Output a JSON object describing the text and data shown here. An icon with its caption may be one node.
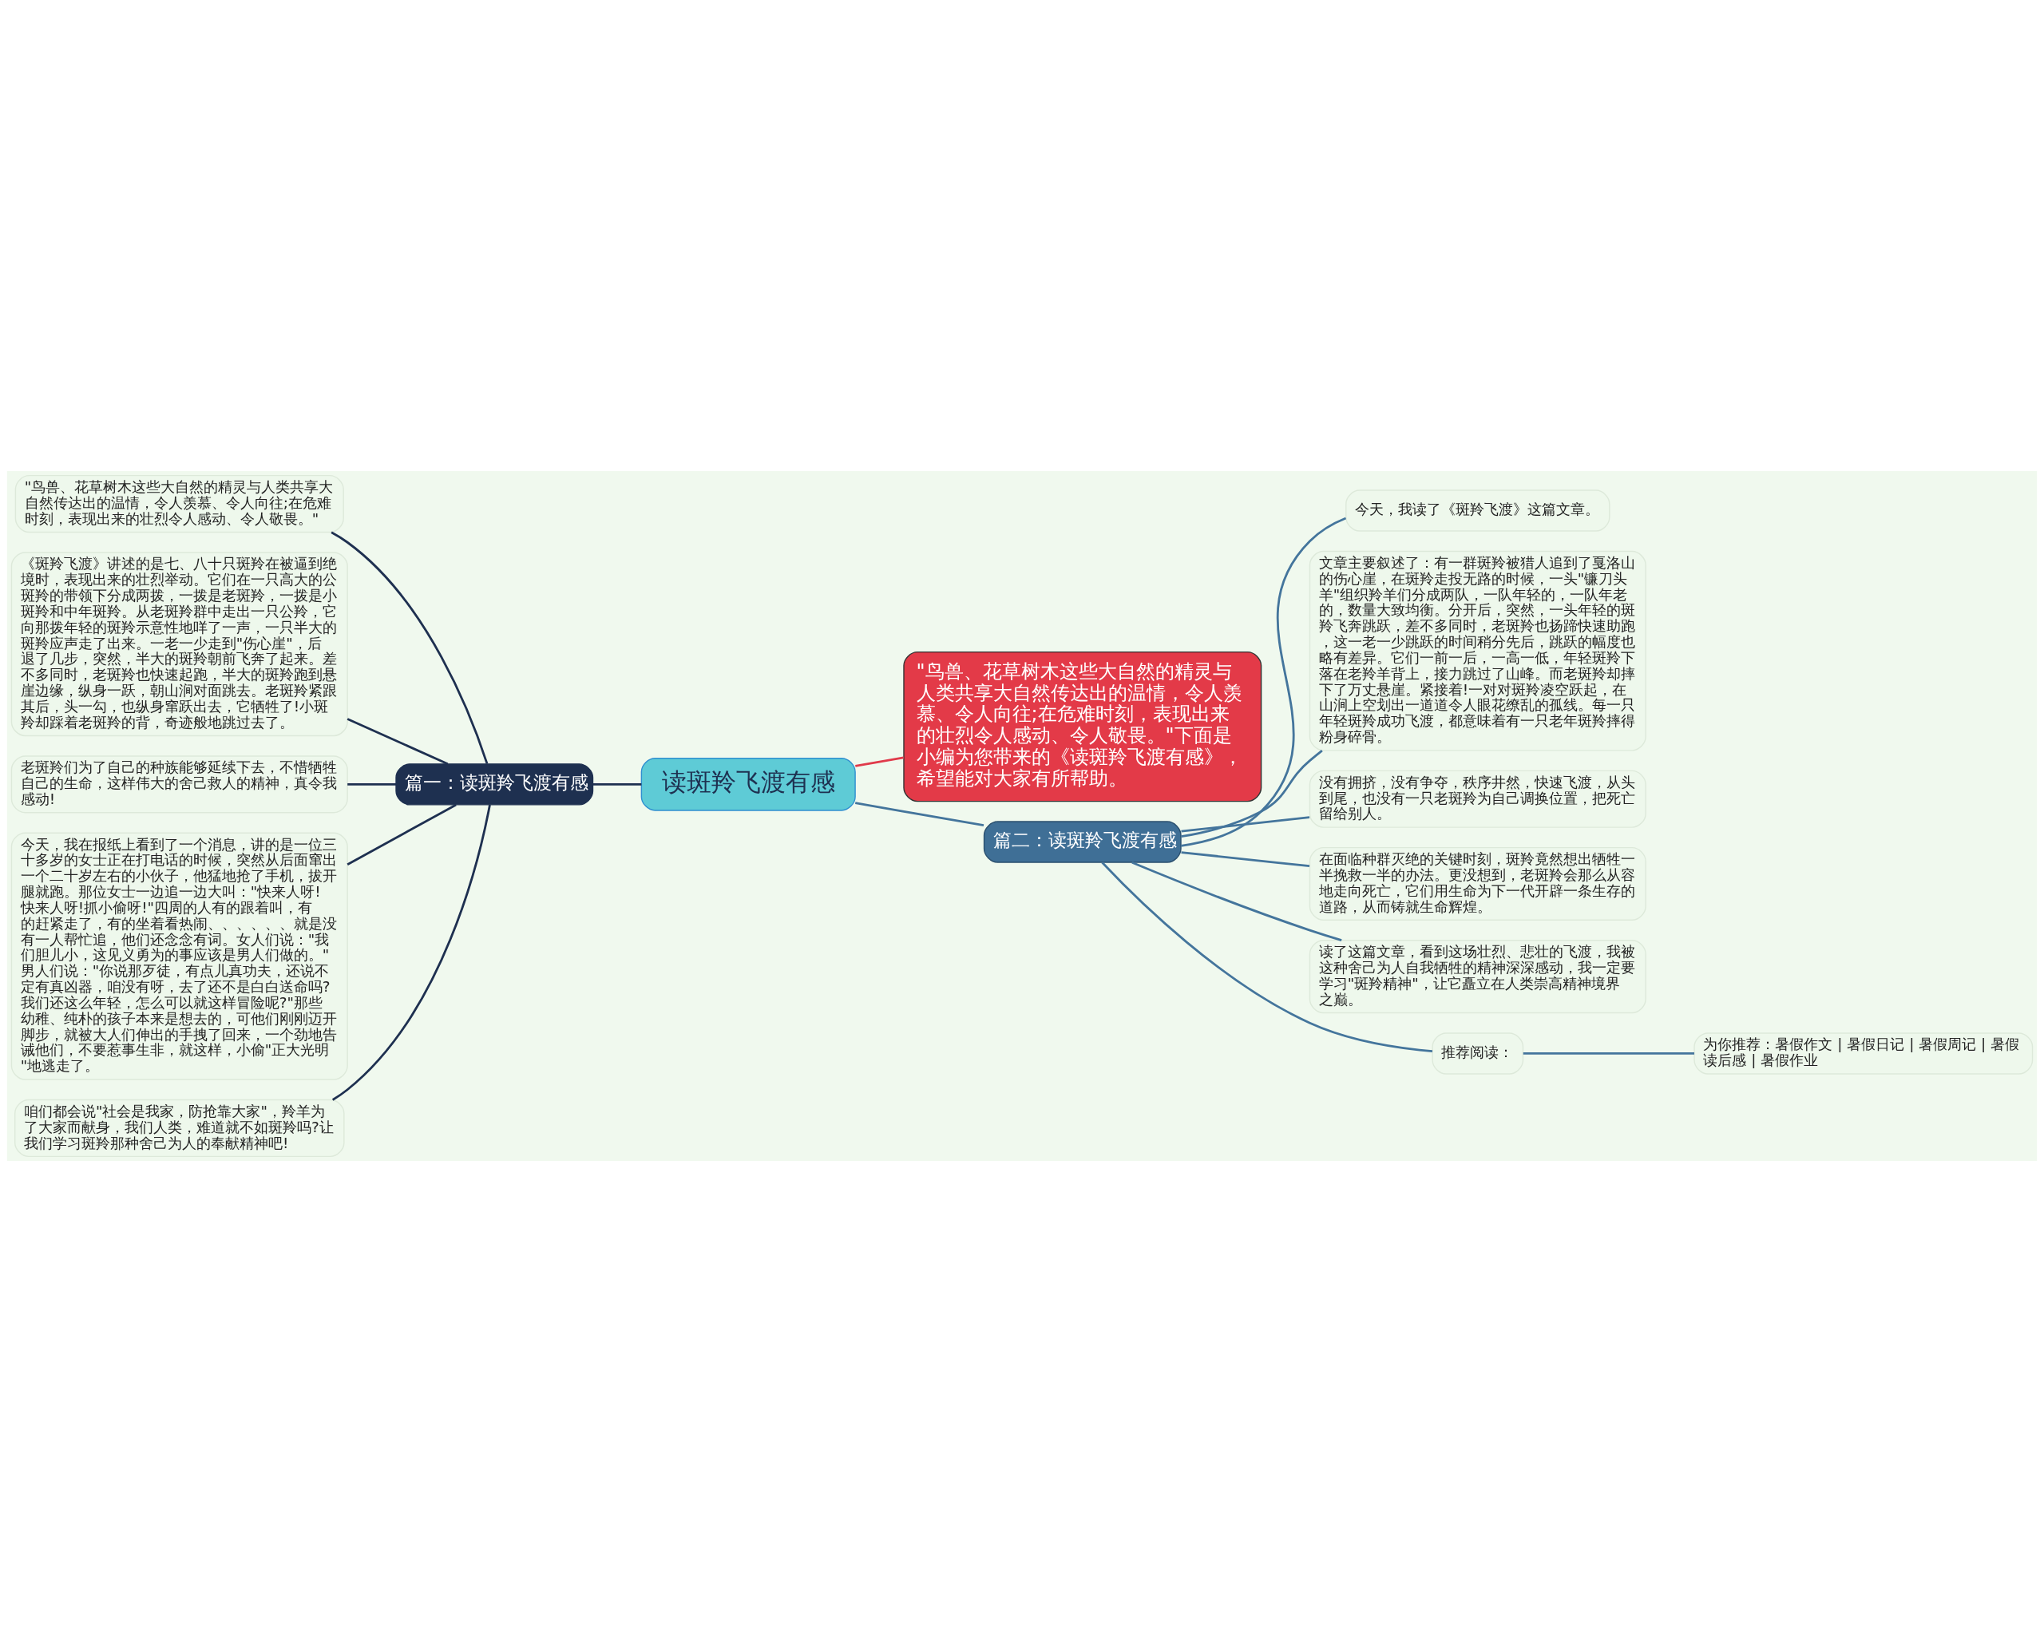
{
  "diagram": {
    "nodes": [
      {
        "text": [
          "读斑羚飞渡有感"
        ]
      },
      {
        "text": [
          "\"鸟兽、花草树木这些大自然的精灵与人类共享大自然传达出的温情，令人羡慕、令人向往;在危难时刻，表现出来的壮烈令人感动、令人敬畏。\"下面是小编为您带来的《读斑羚飞渡有感》，希望能对大家有所帮助。"
        ]
      },
      {
        "text": [
          "篇一：读斑羚飞渡有感"
        ]
      },
      {
        "text": [
          "\"鸟兽、花草树木这些大自然的精灵与人类共享大自然传达出的温情，令人羡慕、令人向往;在危难时刻，表现出来的壮烈令人感动、令人敬畏。\""
        ]
      },
      {
        "text": [
          "《斑羚飞渡》讲述的是七、八十只斑羚在被逼到绝境时，表现出来的壮烈举动。它们在一只高大的公斑羚的带领下分成两拨，一拨是老斑羚，一拨是小斑羚和中年斑羚。从老斑羚群中走出一只公羚，它向那拨年轻的斑羚示意性地咩了一声，一只半大的斑羚应声走了出来。一老一少走到\"伤心崖\"，后退了几步，突然，半大的斑羚朝前飞奔了起来。差不多同时，老斑羚也快速起跑，半大的斑羚跑到悬崖边缘，纵身一跃，朝山涧对面跳去。老斑羚紧跟其后，头一勾，也纵身窜跃出去，它牺牲了!小斑羚却踩着老斑羚的背，奇迹般地跳过去了。"
        ]
      },
      {
        "text": [
          "老斑羚们为了自己的种族能够延续下去，不惜牺牲自己的生命，这样伟大的舍己救人的精神，真令我感动!"
        ]
      },
      {
        "text": [
          "今天，我在报纸上看到了一个消息，讲的是一位三十多岁的女士正在打电话的时候，突然从后面窜出一个二十岁左右的小伙子，他猛地抢了手机，拔开腿就跑。那位女士一边追一边大叫：\"快来人呀!快来人呀!抓小偷呀!\"四周的人有的跟着叫，有的赶紧走了，有的坐着看热闹、、、、、、就是没有一人帮忙追，他们还念念有词。女人们说：\"我们胆儿小，这见义勇为的事应该是男人们做的。\"男人们说：\"你说那歹徒，有点儿真功夫，还说不定有真凶器，咱没有呀，去了还不是白白送命吗?我们还这么年轻，怎么可以就这样冒险呢?\"那些幼稚、纯朴的孩子本来是想去的，可他们刚刚迈开脚步，就被大人们伸出的手拽了回来，一个劲地告诫他们，不要惹事生非，就这样，小偷\"正大光明\"地逃走了。"
        ]
      },
      {
        "text": [
          "咱们都会说\"社会是我家，防抢靠大家\"，羚羊为了大家而献身，我们人类，难道就不如斑羚吗?让我们学习斑羚那种舍己为人的奉献精神吧!"
        ]
      },
      {
        "text": [
          "篇二：读斑羚飞渡有感"
        ]
      },
      {
        "text": [
          "今天，我读了《斑羚飞渡》这篇文章。"
        ]
      },
      {
        "text": [
          "文章主要叙述了：有一群斑羚被猎人追到了戛洛山的伤心崖，在斑羚走投无路的时候，一头\"镰刀头羊\"组织羚羊们分成两队，一队年轻的，一队年老的，数量大致均衡。分开后，突然，一头年轻的斑羚飞奔跳跃，差不多同时，老斑羚也扬蹄快速助跑，这一老一少跳跃的时间稍分先后，跳跃的幅度也略有差异。它们一前一后，一高一低，年轻斑羚下落在老羚羊背上，接力跳过了山峰。而老斑羚却摔下了万丈悬崖。紧接着!一对对斑羚凌空跃起，在山涧上空划出一道道令人眼花缭乱的孤线。每一只年轻斑羚成功飞渡，都意味着有一只老年斑羚摔得粉身碎骨。"
        ]
      },
      {
        "text": [
          "没有拥挤，没有争夺，秩序井然，快速飞渡，从头到尾，也没有一只老斑羚为自己调换位置，把死亡留给别人。"
        ]
      },
      {
        "text": [
          "在面临种群灭绝的关键时刻，斑羚竟然想出牺牲一半挽救一半的办法。更没想到，老斑羚会那么从容地走向死亡，它们用生命为下一代开辟一条生存的道路，从而铸就生命辉煌。"
        ]
      },
      {
        "text": [
          "读了这篇文章，看到这场壮烈、悲壮的飞渡，我被这种舍己为人自我牺牲的精神深深感动，我一定要学习\"斑羚精神\"，让它矗立在人类崇高精神境界之巅。"
        ]
      },
      {
        "text": [
          "推荐阅读："
        ]
      },
      {
        "text": [
          "为你推荐：暑假作文 | 暑假日记 | 暑假周记 | 暑假读后感 | 暑假作业"
        ]
      }
    ],
    "edges": [
      {
        "from": 0,
        "to": 1,
        "arrow": "none",
        "color": "#e03a4a"
      },
      {
        "from": 0,
        "to": 2,
        "arrow": "none",
        "color": "#1e3050"
      },
      {
        "from": 0,
        "to": 8,
        "arrow": "none"
      },
      {
        "from": 2,
        "to": 3,
        "arrow": "none",
        "color": "#1e3050"
      },
      {
        "from": 2,
        "to": 4,
        "arrow": "none",
        "color": "#1e3050"
      },
      {
        "from": 2,
        "to": 5,
        "arrow": "none",
        "color": "#1e3050"
      },
      {
        "from": 2,
        "to": 6,
        "arrow": "none",
        "color": "#1e3050"
      },
      {
        "from": 2,
        "to": 7,
        "arrow": "none",
        "color": "#1e3050"
      },
      {
        "from": 8,
        "to": 9,
        "arrow": "none"
      },
      {
        "from": 8,
        "to": 10,
        "arrow": "none"
      },
      {
        "from": 8,
        "to": 11,
        "arrow": "none"
      },
      {
        "from": 8,
        "to": 12,
        "arrow": "none"
      },
      {
        "from": 8,
        "to": 13,
        "arrow": "none"
      },
      {
        "from": 8,
        "to": 14,
        "arrow": "none"
      },
      {
        "from": 14,
        "to": 15,
        "arrow": "none"
      }
    ]
  }
}
